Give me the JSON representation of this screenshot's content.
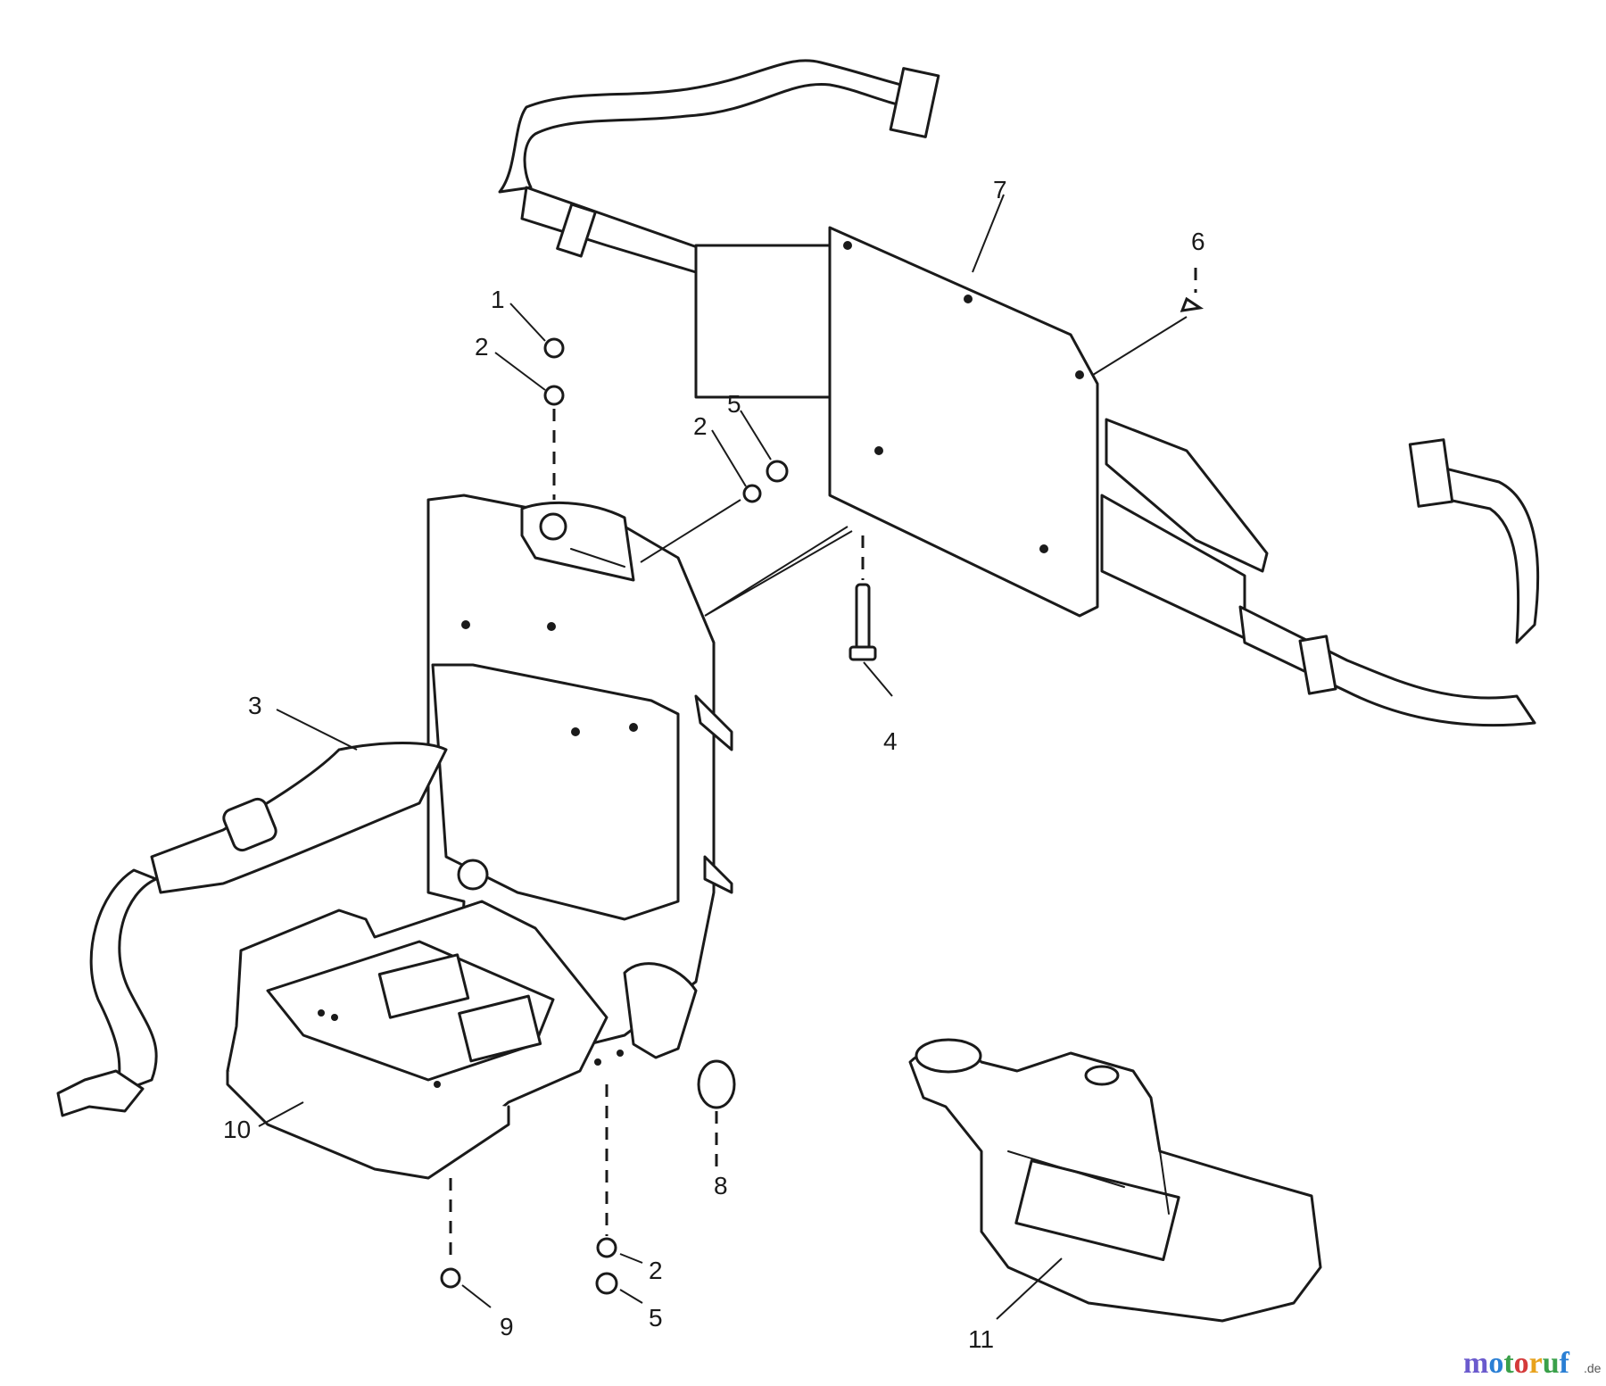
{
  "diagram": {
    "callouts": [
      {
        "id": "c1",
        "label": "1"
      },
      {
        "id": "c2a",
        "label": "2"
      },
      {
        "id": "c2b",
        "label": "2"
      },
      {
        "id": "c2c",
        "label": "2"
      },
      {
        "id": "c3",
        "label": "3"
      },
      {
        "id": "c4",
        "label": "4"
      },
      {
        "id": "c5a",
        "label": "5"
      },
      {
        "id": "c5b",
        "label": "5"
      },
      {
        "id": "c6",
        "label": "6"
      },
      {
        "id": "c7",
        "label": "7"
      },
      {
        "id": "c8",
        "label": "8"
      },
      {
        "id": "c9",
        "label": "9"
      },
      {
        "id": "c10",
        "label": "10"
      },
      {
        "id": "c11",
        "label": "11"
      }
    ]
  },
  "watermark": {
    "letters": [
      "m",
      "o",
      "t",
      "o",
      "r",
      "u",
      "f"
    ],
    "letter_colors": [
      "#6a5acd",
      "#2a7fd4",
      "#3aa04a",
      "#d43a3a",
      "#e8a21c",
      "#3aa04a",
      "#2a7fd4"
    ],
    "suffix": ".de"
  }
}
